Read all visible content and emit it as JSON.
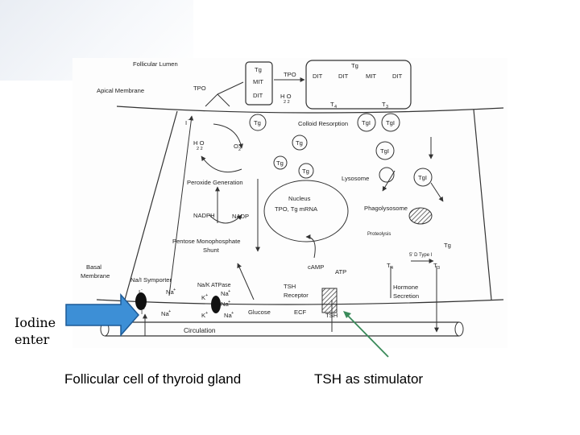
{
  "captions": {
    "iodine_line1": "Iodine",
    "iodine_line2": "enter",
    "follicular_cell": "Follicular cell of thyroid gland",
    "tsh_stimulator": "TSH  as stimulator"
  },
  "diagram": {
    "follicular_lumen": "Follicular Lumen",
    "apical_membrane": "Apical Membrane",
    "tpo_apical": "TPO",
    "box_tg": "Tg",
    "box_mit": "MIT",
    "box_dit": "DIT",
    "tpo_arrow": "TPO",
    "tg_top": "Tg",
    "dit1": "DIT",
    "dit2": "DIT",
    "mit2": "MIT",
    "dit3": "DIT",
    "h2o2_top": "H O",
    "h2o2_top_sub": "2  2",
    "t4_top": "T",
    "t4_top_sub": "4",
    "t3_top": "T",
    "t3_top_sub": "3",
    "iodide_top": "I",
    "iodide_top_sup": "-",
    "colloid_resorption": "Colloid Resorption",
    "tg1": "Tg",
    "tg2": "Tg",
    "tg3": "Tg",
    "tg4": "Tg",
    "tgi1": "TgI",
    "tgi2": "TgI",
    "tgi3": "TgI",
    "tgi4": "TgI",
    "h2o2_mid": "H O",
    "h2o2_mid_sub": "2  2",
    "o2": "O",
    "o2_sub": "2",
    "lysosome": "Lysosome",
    "peroxide_generation": "Peroxide Generation",
    "nucleus": "Nucleus",
    "tpo_mrna": "TPO, Tg mRNA",
    "phagolysosome": "Phagolysosome",
    "nadph": "NADPH",
    "nadp": "NADP",
    "proteolysis": "Proteolysis",
    "tg_right": "Tg",
    "deiodinase": "5' D Type I",
    "pentose_line1": "Pentose Monophosphate",
    "pentose_line2": "Shunt",
    "t4_right": "T",
    "t4_right_sub": "4",
    "t3_right": "T",
    "t3_right_sub": "3",
    "camp": "cAMP",
    "atp": "ATP",
    "basal_line1": "Basal",
    "basal_line2": "Membrane",
    "symporter": "Na/I Symporter",
    "atpase": "Na/K ATPase",
    "tsh_receptor_line1": "TSH",
    "tsh_receptor_line2": "Receptor",
    "hormone_line1": "Hormone",
    "hormone_line2": "Secretion",
    "sym_i": "I",
    "sym_i_sup": "-",
    "sym_na": "Na",
    "sym_na_sup": "+",
    "pump_na": "Na",
    "pump_na_sup": "+",
    "pump_k": "K",
    "pump_k_sup": "+",
    "pump_na2": "Na",
    "pump_na2_sup": "+",
    "ecf": "ECF",
    "glucose": "Glucose",
    "bottom_i": "I",
    "bottom_i_sup": "-",
    "bottom_na": "Na",
    "bottom_na_sup": "+",
    "bottom_k": "K",
    "bottom_k_sup": "+",
    "bottom_na2": "Na",
    "bottom_na2_sup": "+",
    "tsh_blood": "TSH",
    "circulation": "Circulation"
  },
  "colors": {
    "iodine_arrow_fill": "#3d8fd6",
    "iodine_arrow_stroke": "#1d5a96",
    "tsh_arrow": "#3a8a5a",
    "line": "#333333"
  }
}
